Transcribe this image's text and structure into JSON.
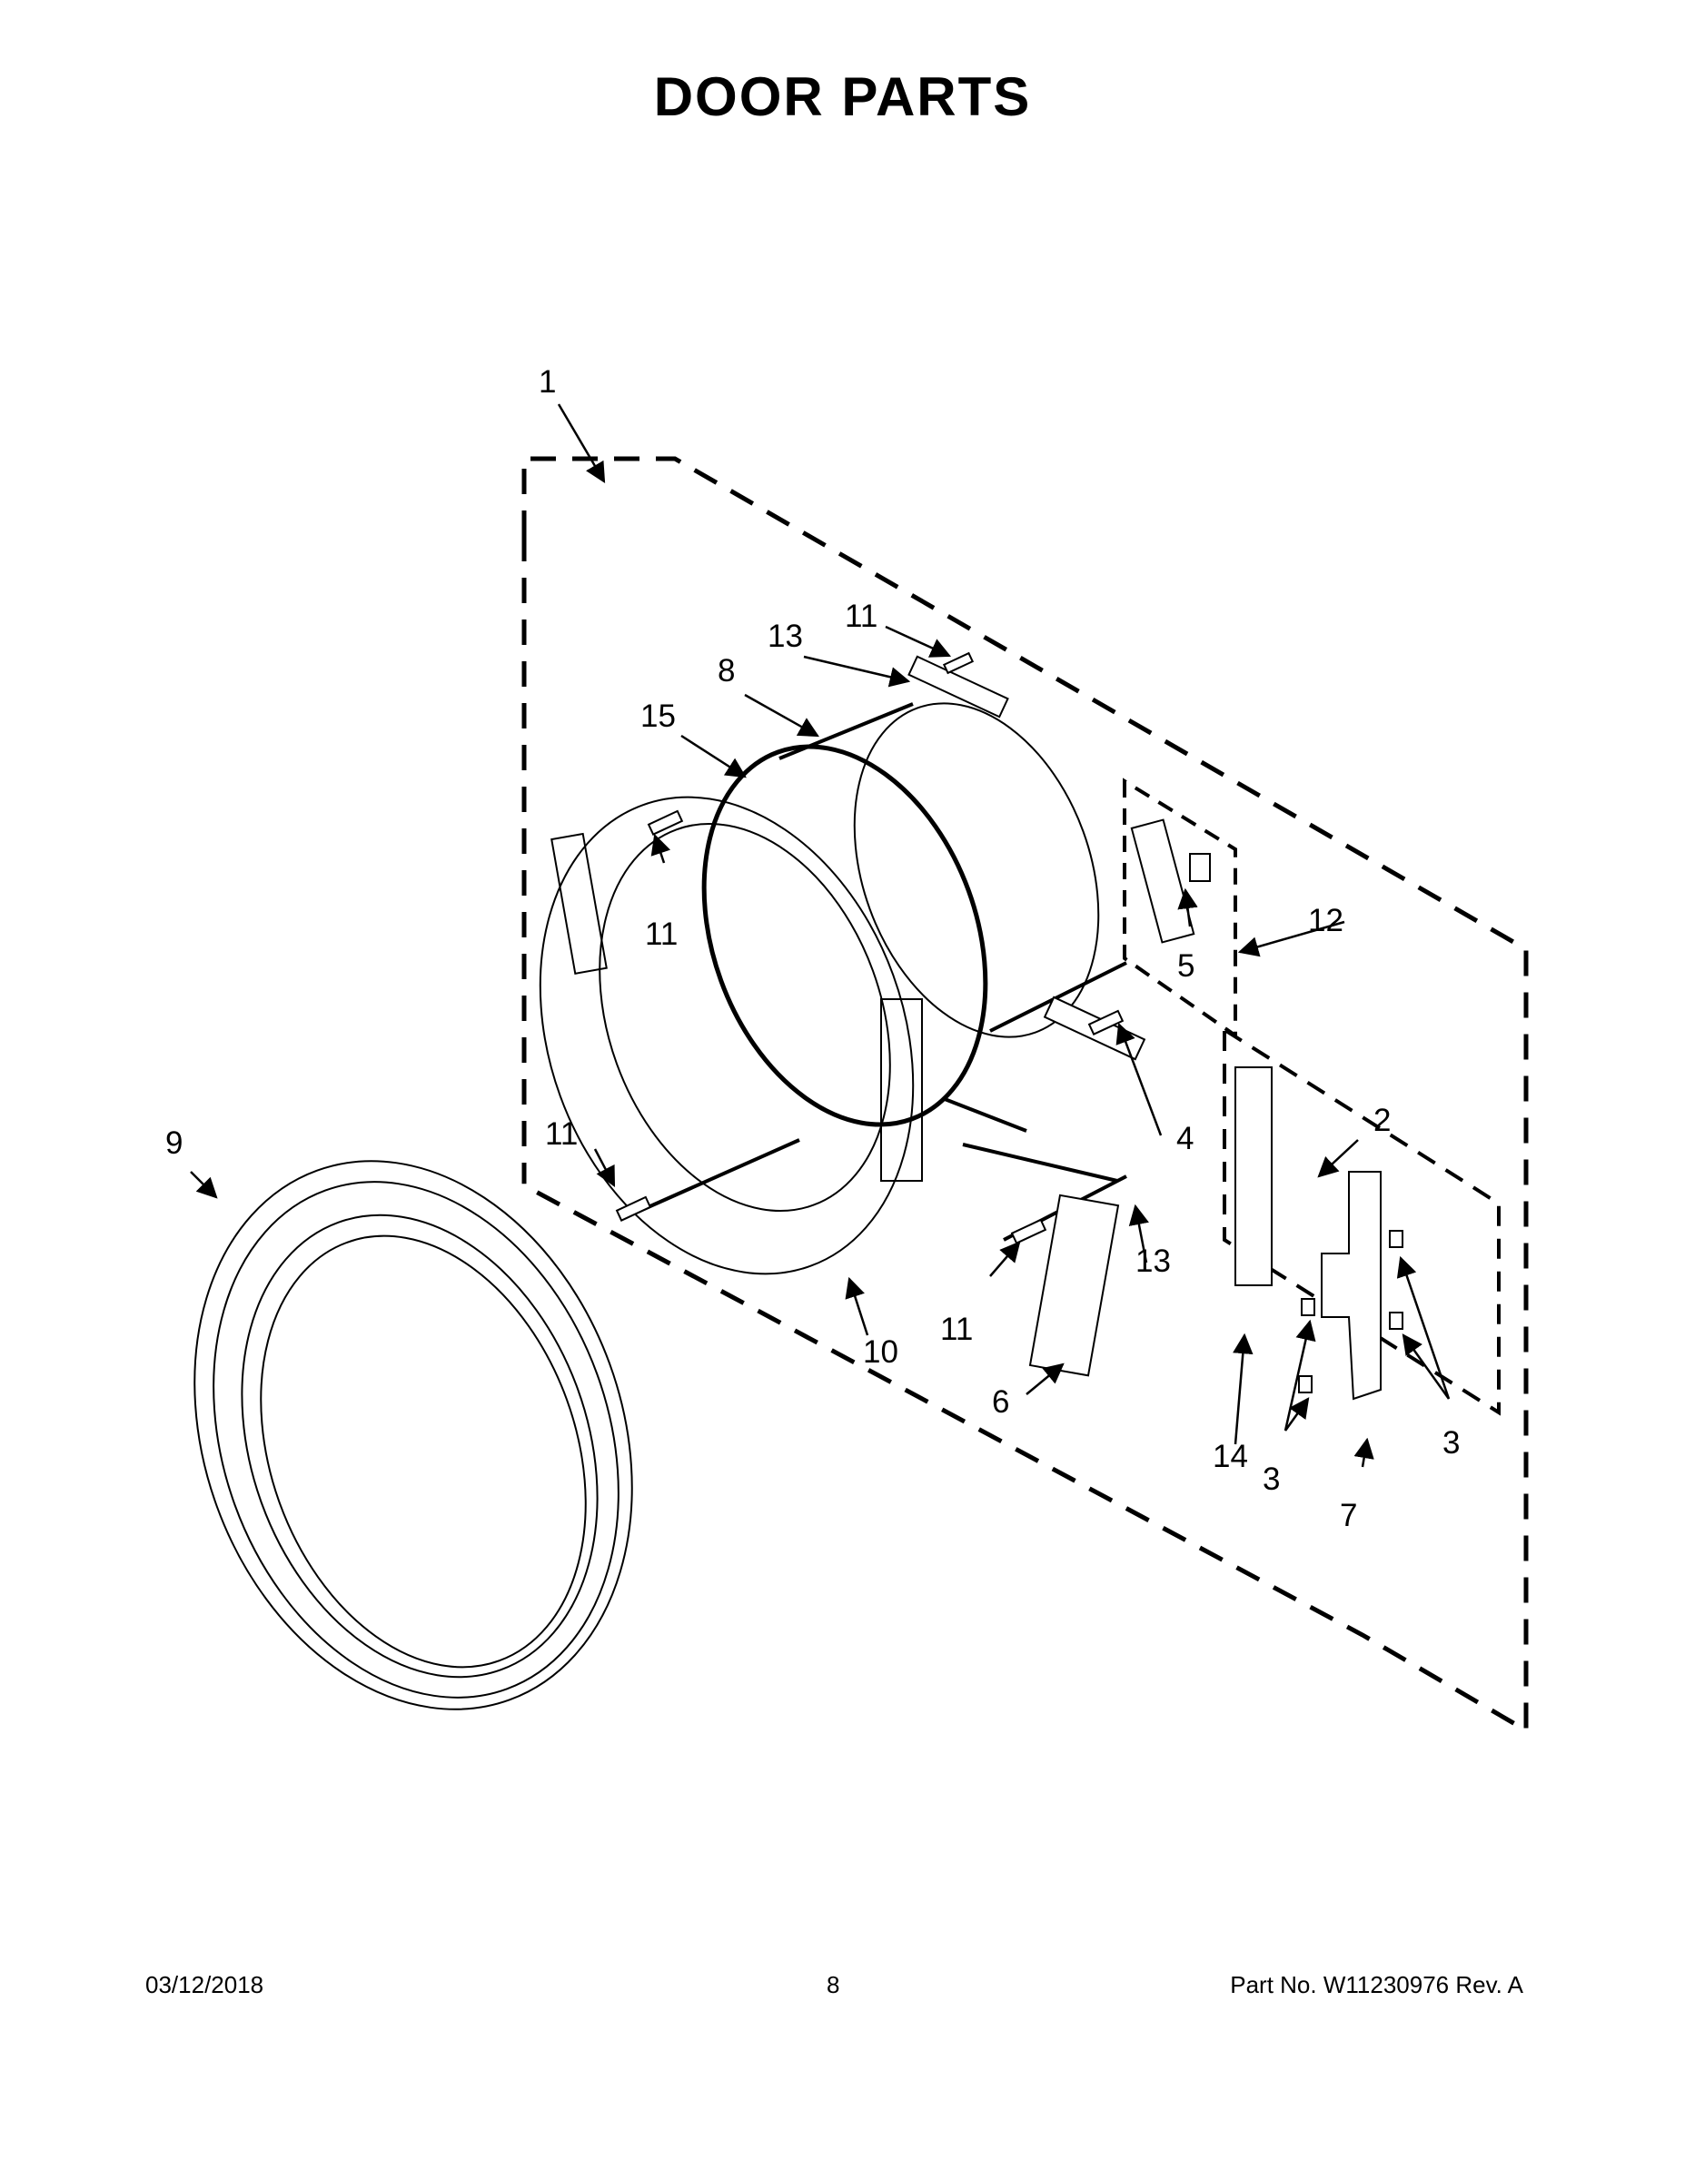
{
  "title": "DOOR PARTS",
  "callouts": {
    "c1": "1",
    "c2": "2",
    "c3a": "3",
    "c3b": "3",
    "c4": "4",
    "c5": "5",
    "c6": "6",
    "c7": "7",
    "c8": "8",
    "c9": "9",
    "c10": "10",
    "c11a": "11",
    "c11b": "11",
    "c11c": "11",
    "c11d": "11",
    "c12": "12",
    "c13a": "13",
    "c13b": "13",
    "c14": "14",
    "c15": "15"
  },
  "footer": {
    "date": "03/12/2018",
    "page": "8",
    "part": "Part No.  W11230976  Rev.  A"
  }
}
